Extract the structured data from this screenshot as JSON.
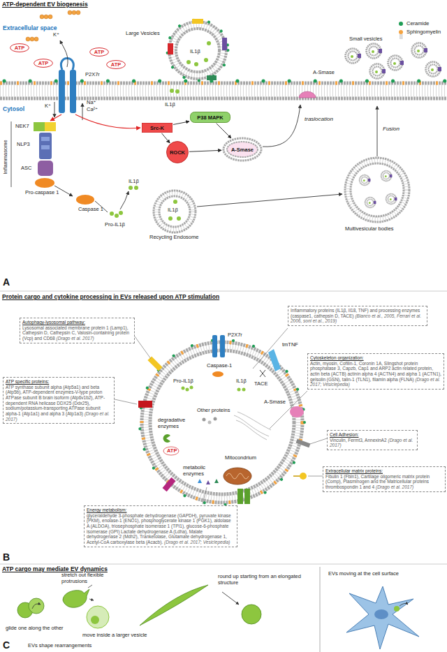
{
  "diagram": {
    "nodes": [
      {
        "text": [
          "ATP"
        ]
      },
      {
        "text": [
          "ATP"
        ]
      },
      {
        "text": [
          "ATP"
        ]
      },
      {
        "text": [
          "ATP"
        ]
      },
      {
        "text": [
          "Src-K"
        ]
      },
      {
        "text": [
          "P38 MAPK"
        ]
      },
      {
        "text": [
          "ROCK"
        ]
      },
      {
        "text": [
          "A-Smase"
        ]
      },
      {
        "text": [
          "Autophagy-lysosomal pathway:",
          "Lysosomal associated membrane protein 1 (Lamp1), Cathepsin D, Cathepsin C, Valosin-containing protein (Vcp) and CD68",
          "(Drago et al. 2017)"
        ]
      },
      {
        "text": [
          "ATP specific proteins:",
          "ATP synthase subunit alpha (Atp5a1) and beta (Atp5b), ATP-dependent enzymes-V-type proton ATPase subunit B brain isoform (Atp6v1b2), ATP-dependent RNA helicase DDX25 (Ddx25), sodium/potassium-transporting ATPase subunit alpha-1 (Atp1a1) and alpha 3 (Atp1a3)",
          "(Drago et al. 2017)"
        ]
      },
      {
        "text": [
          "Energy metabolism:",
          "glyceraldehyde 3-phosphate dehydrogenase (GAPDH), pyruvate kinase (PKM), enolase-1 (ENO1), phosphoglycerate kinase 1 (PGK1), aldolase A (ALDOA), triosephosphate isomerase 1 (TPI1), glucose-6-phosphate isomerase (GPI) Lactate dehydrogenase A (Ldha), Malate dehydrogenase 2 (Mdh2), Tranketolase, Glutamate dehydrogenase 1, Acetyl-CoA carboxylase beta (Acacb).",
          "(Drago et al. 2017; Vesiclepedia)"
        ]
      },
      {
        "text": [
          "Inflammatory proteins (IL1β, Il18, TNF) and processing enzymes (caspase1, cathepsin D, TACE)",
          "(Bianco et al., 2005, Ferrari et al. 2006, soni et al., 2019)"
        ]
      },
      {
        "text": [
          "Cytoskeleton organization:",
          "Actin, myosin, Cofilin-1, Coronin 1A, Slingshot protein phosphatase 3, Capzb, Cap1 and ARP2 actin related protein, actin beta (ACTB) actinin alpha 4 (ACTN4) and alpha 1 (ACTN1), gelsolin (GSN), talin-1 (TLN1), filamin alpha (FLNA)",
          "(Drago et al. 2017; Vesiclepedia)"
        ]
      },
      {
        "text": [
          "Cell Adhesion:",
          "Vinculin, Fermt3, AnnexinA2",
          "(Drago et al. 2017)"
        ]
      },
      {
        "text": [
          "Extracellular matrix proteins:",
          "Fibulin 1 (Fbln1), Cartilage oligomeric matrix protein (Comp), Plasminogen and the Matricellular proteins thrombospondin 1 and 4",
          "(Drago et al. 2017)"
        ]
      }
    ],
    "edges": [
      {
        "from": 4,
        "to": 5,
        "arrow": "to"
      },
      {
        "from": 4,
        "to": 6,
        "arrow": "to"
      },
      {
        "from": 5,
        "to": 7,
        "arrow": "to"
      },
      {
        "from": 6,
        "to": 7,
        "arrow": "to"
      }
    ],
    "labels": [
      "ATP-dependent EV biogenesis",
      "Extracellular space",
      "Cytosol",
      "K⁺",
      "K⁺",
      "Na⁺",
      "Ca²⁺",
      "P2X7r",
      "Large Vesicles",
      "IL1β",
      "IL1β",
      "A-Smase",
      "Small vesicles",
      "traslocation",
      "Fusion",
      "NEK7",
      "NLP3",
      "ASC",
      "Inflammasome",
      "Pro-caspase 1",
      "Caspase 1",
      "IL1β",
      "Pro-IL1β",
      "IL1β",
      "Recycling Endosome",
      "Multivesicular bodies",
      "A",
      "Protein cargo and cytokine processing in EVs released upon ATP stimulation",
      "P2X7r",
      "Caspase-1",
      "Pro-IL1β",
      "IL1β",
      "tmTNF",
      "TACE",
      "A-Smase",
      "degradative enzymes",
      "Other proteins",
      "ATP",
      "metabolic enzymes",
      "Mitocondrium",
      "B",
      "ATP cargo may mediate EV dynamics",
      "glide one along the other",
      "stretch out flexible protrusions",
      "move inside a larger vesicle",
      "round up starting from an elongated structure",
      "EVs shape rearrangements",
      "EVs moving at the cell surface",
      "C"
    ],
    "legend": [
      {
        "text": "Ceramide"
      },
      {
        "text": "Sphingomyelin"
      }
    ]
  }
}
